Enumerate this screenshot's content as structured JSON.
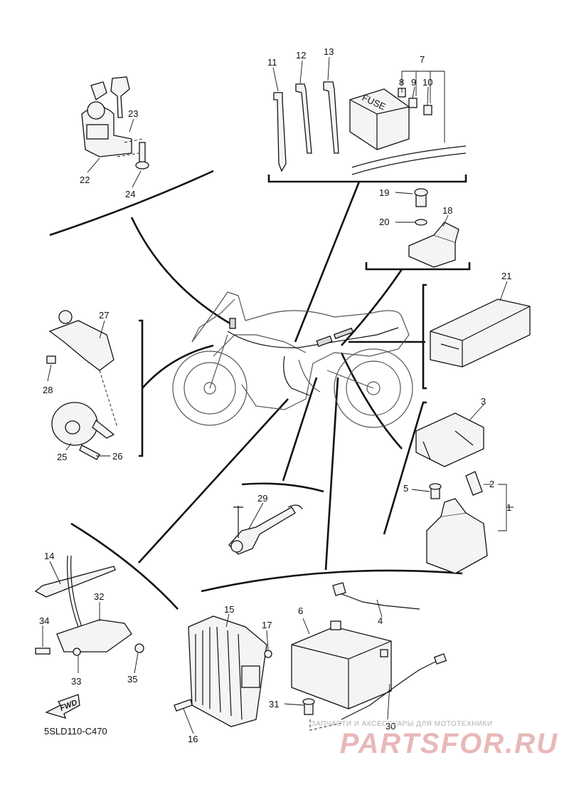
{
  "diagram": {
    "code": "5SLD110-C470",
    "fwd_label": "FWD",
    "fuse_label": "FUSE",
    "part_numbers": [
      "1",
      "2",
      "3",
      "4",
      "5",
      "6",
      "7",
      "8",
      "9",
      "10",
      "11",
      "12",
      "13",
      "14",
      "15",
      "16",
      "17",
      "18",
      "19",
      "20",
      "21",
      "22",
      "23",
      "24",
      "25",
      "26",
      "27",
      "28",
      "29",
      "30",
      "31",
      "32",
      "33",
      "34",
      "35"
    ]
  },
  "watermark": {
    "subtitle": "ЗАПЧАСТИ И АКСЕССУАРЫ ДЛЯ МОТОТЕХНИКИ",
    "brand": "PARTSFOR.RU"
  }
}
